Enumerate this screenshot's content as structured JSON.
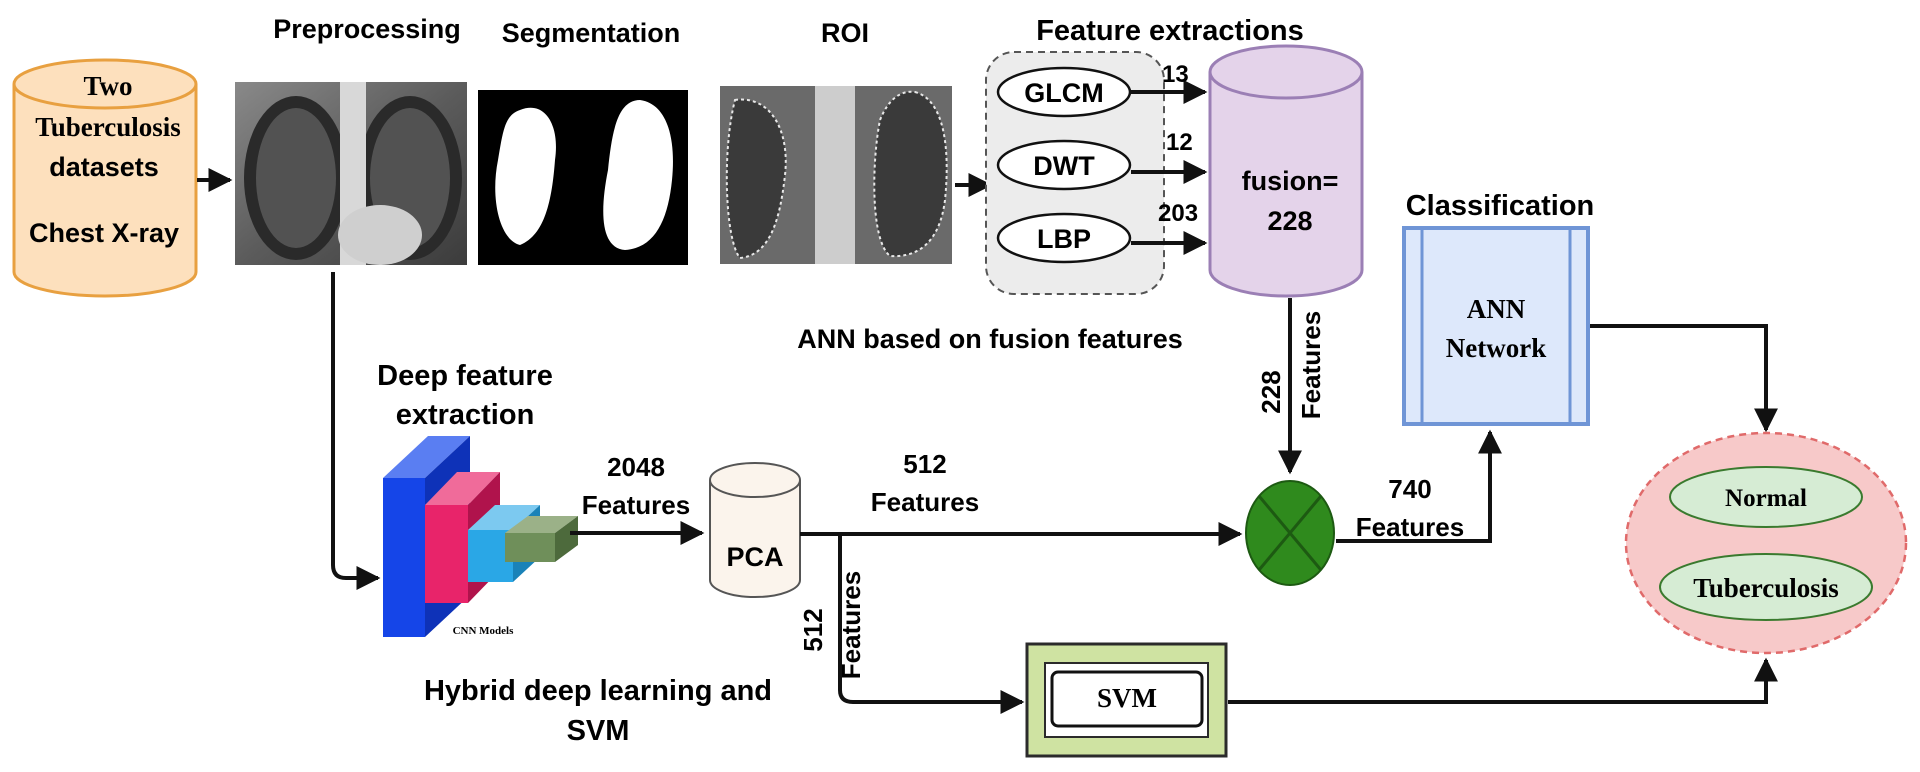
{
  "dataset": {
    "line1": "Two",
    "line2": "Tuberculosis",
    "line3": "datasets",
    "line4": "Chest X-ray"
  },
  "stages": {
    "preprocessing": "Preprocessing",
    "segmentation": "Segmentation",
    "roi": "ROI",
    "feature_extractions": "Feature extractions"
  },
  "features": {
    "glcm": "GLCM",
    "glcm_count": "13",
    "dwt": "DWT",
    "dwt_count": "12",
    "lbp": "LBP",
    "lbp_count": "203",
    "fusion_line1": "fusion=",
    "fusion_line2": "228"
  },
  "ann_fusion_label": "ANN based on fusion features",
  "deep": {
    "title_line1": "Deep feature",
    "title_line2": "extraction",
    "cnn_caption": "CNN Models",
    "out_count": "2048",
    "out_label": "Features",
    "pca": "PCA",
    "pca_out_count": "512",
    "pca_out_label": "Features",
    "pca_down_count": "512",
    "pca_down_label": "Features"
  },
  "fusion_down": {
    "count": "228",
    "label": "Features"
  },
  "combined": {
    "count": "740",
    "label": "Features"
  },
  "classification": {
    "title": "Classification",
    "ann_line1": "ANN",
    "ann_line2": "Network"
  },
  "svm": {
    "label": "SVM",
    "title_line1": "Hybrid deep learning and",
    "title_line2": "SVM"
  },
  "outcomes": {
    "normal": "Normal",
    "tuberculosis": "Tuberculosis"
  },
  "colors": {
    "dataset_fill": "#fde0bd",
    "dataset_stroke": "#e8a040",
    "fusion_fill": "#e4d3ea",
    "fusion_stroke": "#9b7fb5",
    "pca_fill": "#fbf4ec",
    "ann_fill": "#dde8fb",
    "ann_stroke": "#6f95d6",
    "svm_outer": "#cfe3a2",
    "combiner": "#2f8a1d",
    "outcome_fill": "#f7c9c9",
    "outcome_stroke": "#e06a6a",
    "class_fill": "#d6ecd4",
    "class_stroke": "#3a7a2e",
    "cnn_blue": "#1545e8",
    "cnn_pink": "#e8246a",
    "cnn_cyan": "#2aa7e6",
    "cnn_green": "#6f8f5a"
  }
}
